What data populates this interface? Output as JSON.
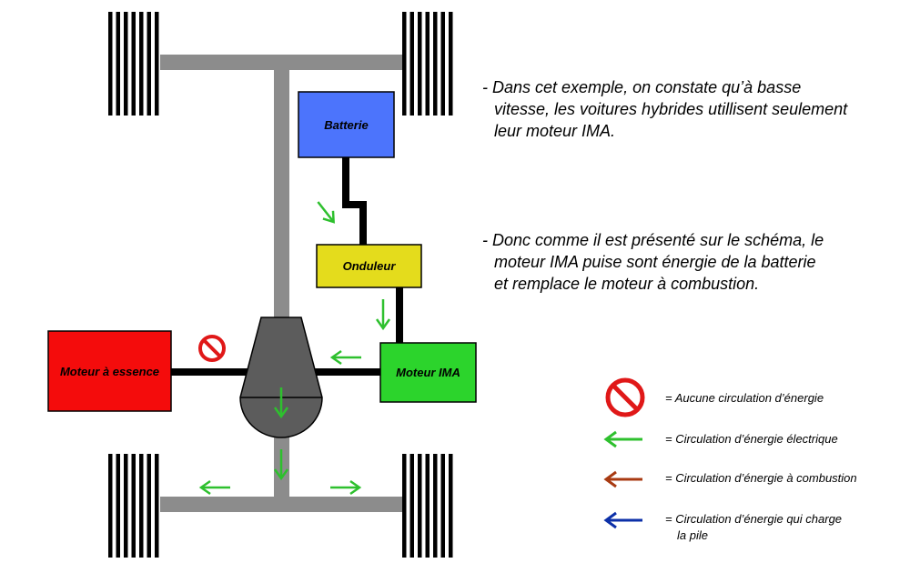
{
  "components": {
    "batterie": {
      "label": "Batterie",
      "color": "#4c74fc"
    },
    "onduleur": {
      "label": "Onduleur",
      "color": "#e4dc1c"
    },
    "moteur_ima": {
      "label": "Moteur IMA",
      "color": "#2cd42c"
    },
    "moteur_essence": {
      "label": "Moteur à essence",
      "color": "#f40c0c"
    },
    "transmission": {
      "color": "#5c5c5c"
    },
    "chassis": {
      "color": "#8c8c8c"
    }
  },
  "notes": [
    {
      "lines": [
        "- Dans cet exemple, on constate qu’à basse",
        "vitesse, les voitures hybrides utillisent seulement",
        "leur moteur IMA."
      ]
    },
    {
      "lines": [
        "- Donc comme il est présenté sur le schéma, le",
        "moteur IMA puise sont énergie de la batterie",
        "et remplace le moteur à combustion."
      ]
    }
  ],
  "legend": [
    {
      "icon": "no-circulation-icon",
      "lines": [
        "= Aucune circulation d’énergie"
      ]
    },
    {
      "icon": "green-arrow-icon",
      "color": "#2ec02e",
      "lines": [
        "= Circulation d’énergie électrique"
      ]
    },
    {
      "icon": "brown-arrow-icon",
      "color": "#a83a12",
      "lines": [
        "= Circulation d’énergie à combustion"
      ]
    },
    {
      "icon": "blue-arrow-icon",
      "color": "#0c30a8",
      "lines": [
        "= Circulation d’énergie qui charge",
        "la pile"
      ]
    }
  ],
  "colors": {
    "no_symbol": "#e01818",
    "arrow_electric": "#2ec02e",
    "wire": "#000000"
  }
}
